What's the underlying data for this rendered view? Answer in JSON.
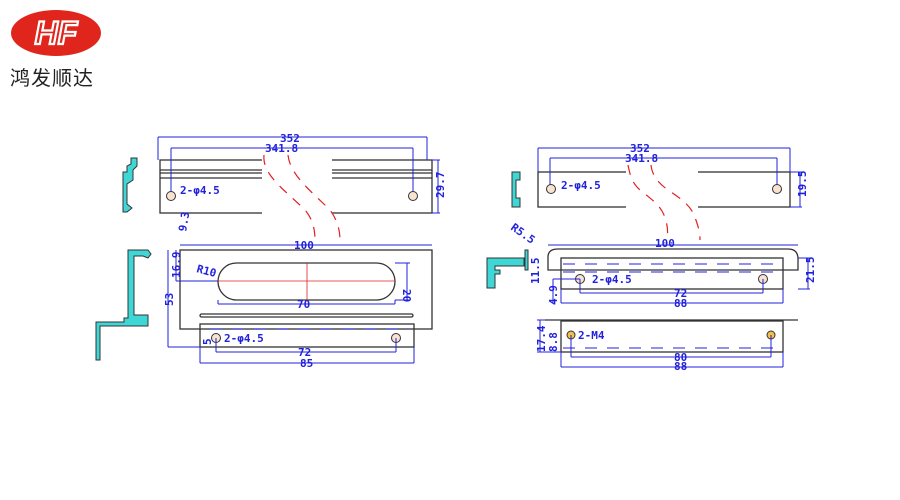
{
  "logo": {
    "mark": "HF",
    "brand": "鸿发顺达",
    "color": "#e0251c"
  },
  "left_view": {
    "top": {
      "overall": "352",
      "hole_span": "341.8",
      "holes": "2-φ4.5",
      "edge": "9.3",
      "height": "29.7"
    },
    "bottom": {
      "width": "100",
      "slot_radius": "R10",
      "slot_offset": "16.9",
      "slot_height": "20",
      "slot_length": "70",
      "height": "53",
      "hole_edge": "5",
      "holes": "2-φ4.5",
      "hole_span": "72",
      "plate_width": "85"
    }
  },
  "right_view": {
    "top": {
      "overall": "352",
      "hole_span": "341.8",
      "holes": "2-φ4.5",
      "height": "19.5"
    },
    "middle": {
      "radius": "R5.5",
      "lip": "11.5",
      "width": "100",
      "height": "21.5",
      "holes": "2-φ4.5",
      "hole_edge": "4.9",
      "hole_span": "72",
      "plate_width": "88"
    },
    "bottom": {
      "height": "17.4",
      "hole_edge": "8.8",
      "holes": "2-M4",
      "hole_span": "80",
      "plate_width": "88"
    }
  }
}
